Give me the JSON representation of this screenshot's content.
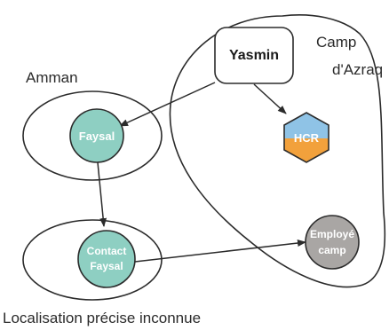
{
  "diagram": {
    "labels": {
      "amman": "Amman",
      "camp_line1": "Camp",
      "camp_line2": "d'Azraq",
      "unknown_location": "Localisation précise inconnue"
    },
    "nodes": {
      "yasmin": "Yasmin",
      "faysal": "Faysal",
      "hcr": "HCR",
      "contact_line1": "Contact",
      "contact_line2": "Faysal",
      "employee_line1": "Employé",
      "employee_line2": "camp"
    },
    "colors": {
      "teal_fill": "#8ecfc2",
      "hcr_top": "#8fc3e6",
      "hcr_bottom": "#f2a13c",
      "employee_fill": "#a9a6a4",
      "stroke": "#2b2b2b"
    },
    "edges": [
      {
        "from": "Yasmin",
        "to": "Faysal"
      },
      {
        "from": "Yasmin",
        "to": "HCR"
      },
      {
        "from": "Faysal",
        "to": "Contact Faysal"
      },
      {
        "from": "Contact Faysal",
        "to": "Employé camp"
      }
    ]
  }
}
